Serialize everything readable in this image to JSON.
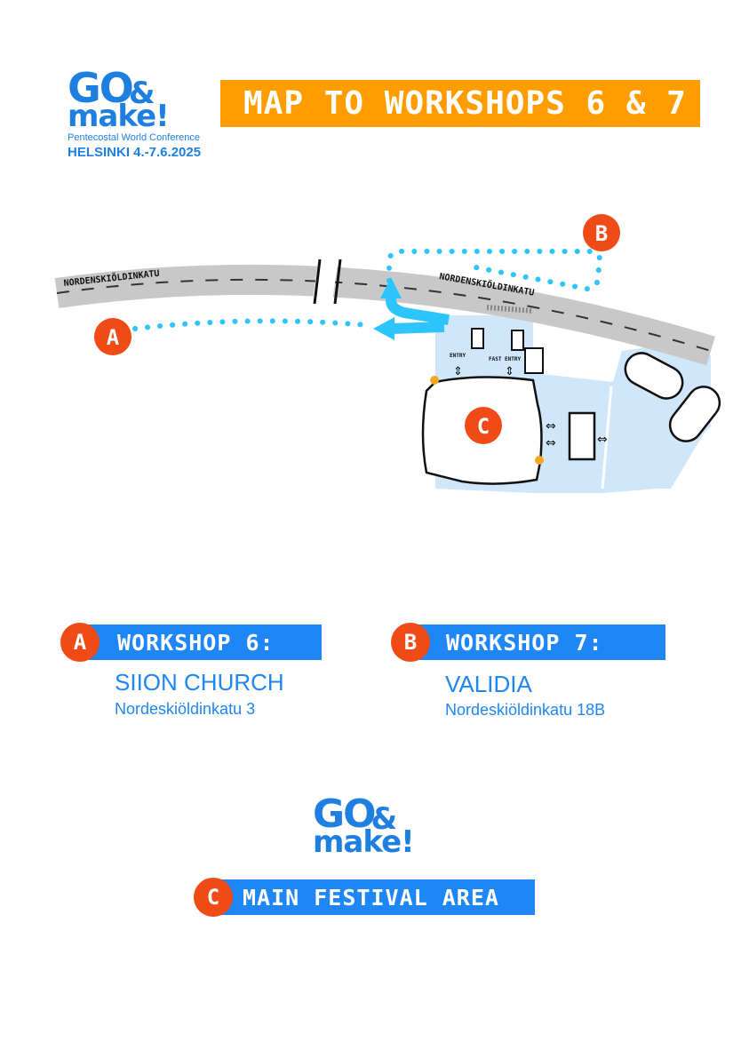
{
  "logo": {
    "go": "GO",
    "amp": "&",
    "make": "make!",
    "subtitle": "Pentecostal World Conference",
    "event": "HELSINKI 4.-7.6.2025"
  },
  "title": "MAP TO WORKSHOPS 6 & 7",
  "map": {
    "street_left": "NORDENSKIÖLDINKATU",
    "street_right": "NORDENSKIÖLDINKATU",
    "entry": "ENTRY",
    "fast_entry": "FAST ENTRY",
    "marker_a": "A",
    "marker_b": "B",
    "marker_c": "C",
    "route_color": "#2ec5ff",
    "road_color": "#c8c8c8",
    "area_color": "#cfe6fb"
  },
  "workshops": [
    {
      "letter": "A",
      "label": "WORKSHOP 6:",
      "name": "SIION CHURCH",
      "address": "Nordeskiöldinkatu 3"
    },
    {
      "letter": "B",
      "label": "WORKSHOP 7:",
      "name": "VALIDIA",
      "address": "Nordeskiöldinkatu 18B"
    }
  ],
  "festival": {
    "letter": "C",
    "label": "MAIN FESTIVAL AREA"
  },
  "colors": {
    "brand_blue": "#1f86f5",
    "orange": "#ff9d00",
    "marker_red": "#f04a17"
  }
}
